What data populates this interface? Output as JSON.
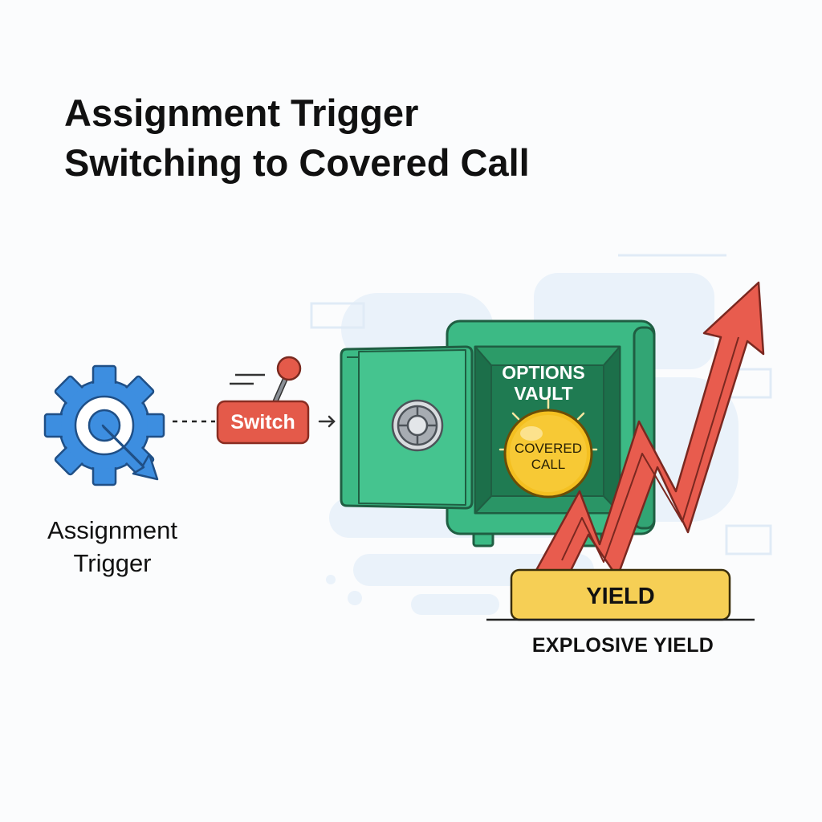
{
  "title": {
    "line1": "Assignment Trigger",
    "line2": "Switching to Covered Call"
  },
  "trigger": {
    "label_line1": "Assignment",
    "label_line2": "Trigger",
    "icon": "gear-with-arrow-icon",
    "color": "#3d8ee0"
  },
  "switch": {
    "label": "Switch",
    "icon": "lever-switch-icon",
    "color": "#e45a4a"
  },
  "vault": {
    "label_line1": "OPTIONS",
    "label_line2": "VAULT",
    "coin_line1": "COVERED",
    "coin_line2": "CALL",
    "color": "#3cba85",
    "icon": "open-safe-icon"
  },
  "yield": {
    "platform_label": "YIELD",
    "caption": "EXPLOSIVE YIELD",
    "arrow_color": "#e85c4e",
    "platform_color": "#f6cf55",
    "icon": "rising-zigzag-arrow-icon"
  }
}
